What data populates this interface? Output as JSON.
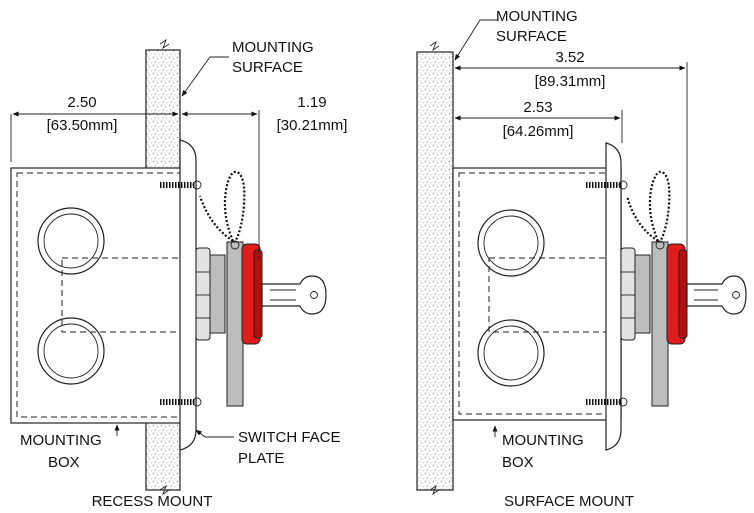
{
  "views": {
    "recess": {
      "caption": "RECESS MOUNT",
      "mounting_surface": [
        "MOUNTING",
        "SURFACE"
      ],
      "mounting_box": [
        "MOUNTING",
        "BOX"
      ],
      "switch_face_plate": [
        "SWITCH FACE",
        "PLATE"
      ],
      "dim_box_depth": {
        "inches": "2.50",
        "mm": "[63.50mm]"
      },
      "dim_protrusion": {
        "inches": "1.19",
        "mm": "[30.21mm]"
      }
    },
    "surface": {
      "caption": "SURFACE MOUNT",
      "mounting_surface": [
        "MOUNTING",
        "SURFACE"
      ],
      "mounting_box": [
        "MOUNTING",
        "BOX"
      ],
      "dim_overall": {
        "inches": "3.52",
        "mm": "[89.31mm]"
      },
      "dim_box_depth": {
        "inches": "2.53",
        "mm": "[64.26mm]"
      }
    }
  },
  "colors": {
    "switch_red": "#e01b1b",
    "metal_grey": "#bdbdbd",
    "wall_speckle": "#9a9a9a"
  }
}
